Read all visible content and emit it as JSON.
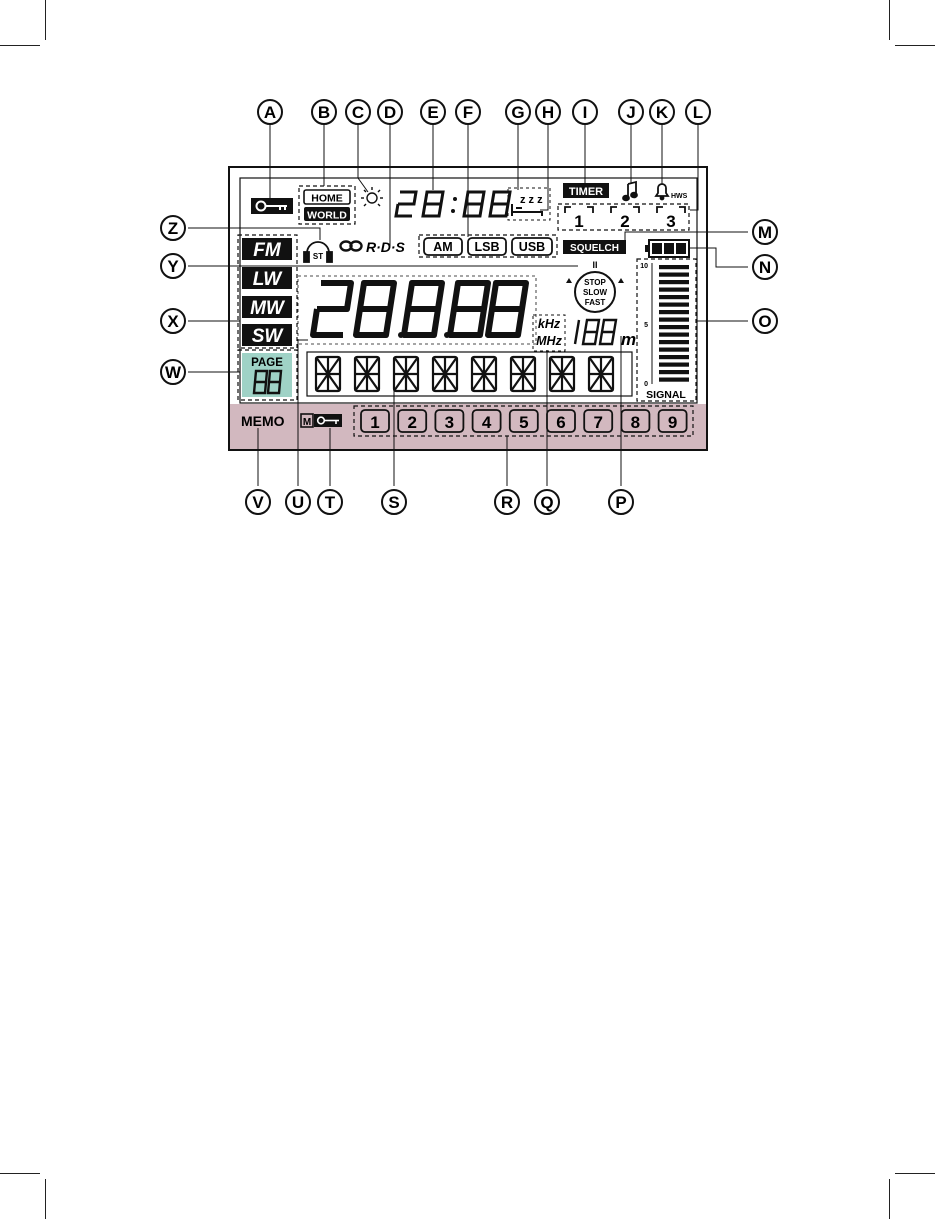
{
  "callouts": [
    "A",
    "B",
    "C",
    "D",
    "E",
    "F",
    "G",
    "H",
    "I",
    "J",
    "K",
    "L",
    "M",
    "N",
    "O",
    "P",
    "Q",
    "R",
    "S",
    "T",
    "U",
    "V",
    "W",
    "X",
    "Y",
    "Z"
  ],
  "labels": {
    "home": "HOME",
    "world": "WORLD",
    "rds": "R·D·S",
    "st": "ST",
    "am": "AM",
    "lsb": "LSB",
    "usb": "USB",
    "timer": "TIMER",
    "hws": "HWS",
    "squelch": "SQUELCH",
    "fm": "FM",
    "lw": "LW",
    "mw": "MW",
    "sw": "SW",
    "page": "PAGE",
    "page_digits": "88",
    "stop": "STOP",
    "slow": "SLOW",
    "fast": "FAST",
    "pause": "II",
    "khz": "kHz",
    "mhz": "MHz",
    "meter_digits": "188",
    "meter_unit": "m",
    "signal": "SIGNAL",
    "scale_top": "10",
    "scale_mid": "5",
    "scale_bottom": "0",
    "memo": "MEMO",
    "mem_lock_m": "M",
    "clock_digits": "88:88",
    "big_freq": "88.8.88",
    "zzz": "z z z"
  },
  "alarm_slots": [
    "1",
    "2",
    "3"
  ],
  "memory_slots": [
    "1",
    "2",
    "3",
    "4",
    "5",
    "6",
    "7",
    "8",
    "9"
  ],
  "signal_levels": 16,
  "text_segments": 8,
  "colors": {
    "lcd_bar": "#d2b8bf",
    "page_box": "#9fd2c6",
    "ink": "#111111"
  }
}
